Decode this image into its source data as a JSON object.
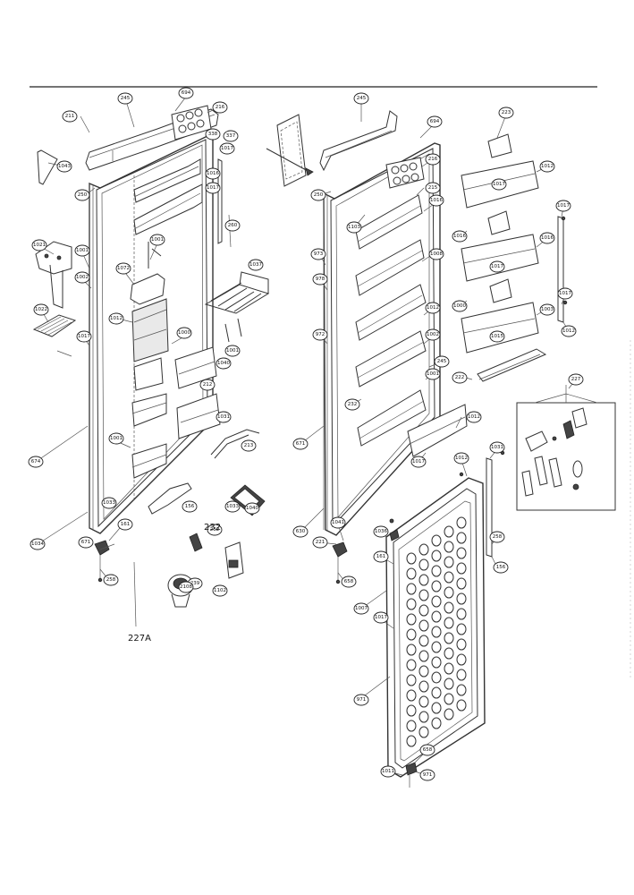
{
  "callouts_left": [
    "211",
    "245",
    "694",
    "216",
    "338",
    "337",
    "1017",
    "1043",
    "250",
    "1016",
    "1017",
    "1021",
    "1001",
    "1001",
    "1072",
    "1002",
    "1037",
    "260",
    "1012",
    "1000",
    "1022",
    "1001",
    "1017",
    "1040",
    "212",
    "1031",
    "674",
    "1001",
    "1033",
    "213",
    "1034",
    "671",
    "161",
    "258",
    "156",
    "1033",
    "1040",
    "239",
    "232",
    "2108",
    "1102"
  ],
  "callouts_right": [
    "245",
    "694",
    "216",
    "215",
    "1016",
    "250",
    "1103",
    "223",
    "1012",
    "1017",
    "1016",
    "1016",
    "1008",
    "1012",
    "1017",
    "1000",
    "1003",
    "1002",
    "245",
    "1001",
    "1015",
    "222",
    "232",
    "1017",
    "1017",
    "1012",
    "227",
    "1012",
    "1031",
    "1017",
    "1012",
    "671",
    "630",
    "221",
    "1041",
    "658",
    "1036",
    "161",
    "258",
    "156",
    "1007",
    "1017",
    "971",
    "1011",
    "658",
    "971",
    "973",
    "978",
    "972"
  ],
  "free_labels": {
    "drawing_id": "227A",
    "part_232": "232"
  }
}
